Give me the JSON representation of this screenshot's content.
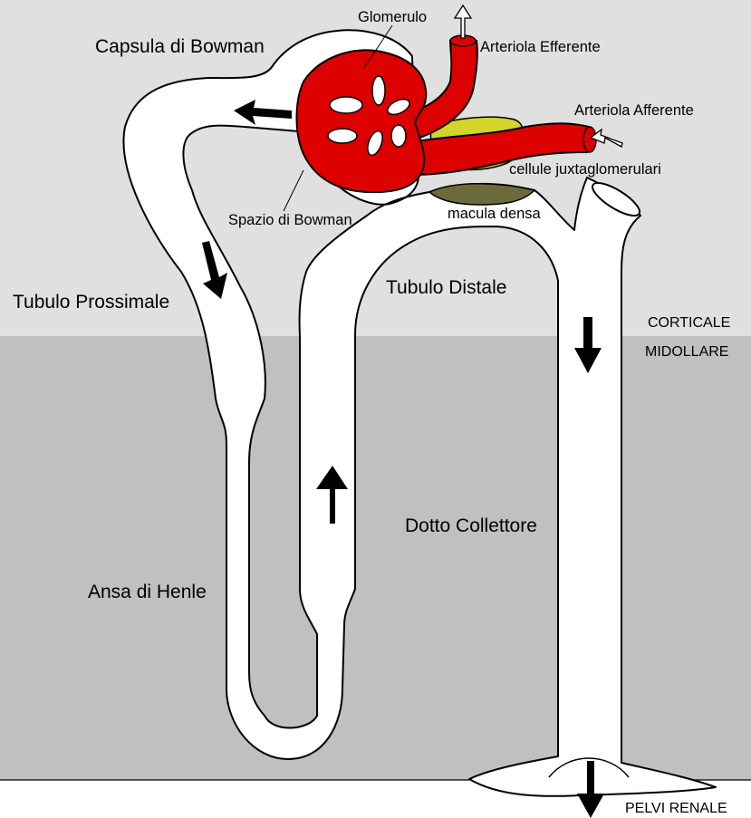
{
  "labels": {
    "capsula": "Capsula di Bowman",
    "glomerulo": "Glomerulo",
    "arteriola_efferente": "Arteriola Efferente",
    "arteriola_afferente": "Arteriola Afferente",
    "cellule_juxta": "cellule juxtaglomerulari",
    "spazio_bowman": "Spazio di Bowman",
    "macula_densa": "macula densa",
    "tubulo_distale": "Tubulo Distale",
    "tubulo_prossimale": "Tubulo Prossimale",
    "corticale": "CORTICALE",
    "midollare": "MIDOLLARE",
    "dotto_collettore": "Dotto Collettore",
    "ansa_henle": "Ansa di Henle",
    "pelvi_renale": "PELVI RENALE"
  },
  "colors": {
    "cortex": "#e0e0e0",
    "medulla": "#c0c0c0",
    "tubule": "#ffffff",
    "vessel": "#dd0000",
    "juxtaglomerular": "#d4d42a",
    "macula_densa": "#6b6b3a"
  }
}
